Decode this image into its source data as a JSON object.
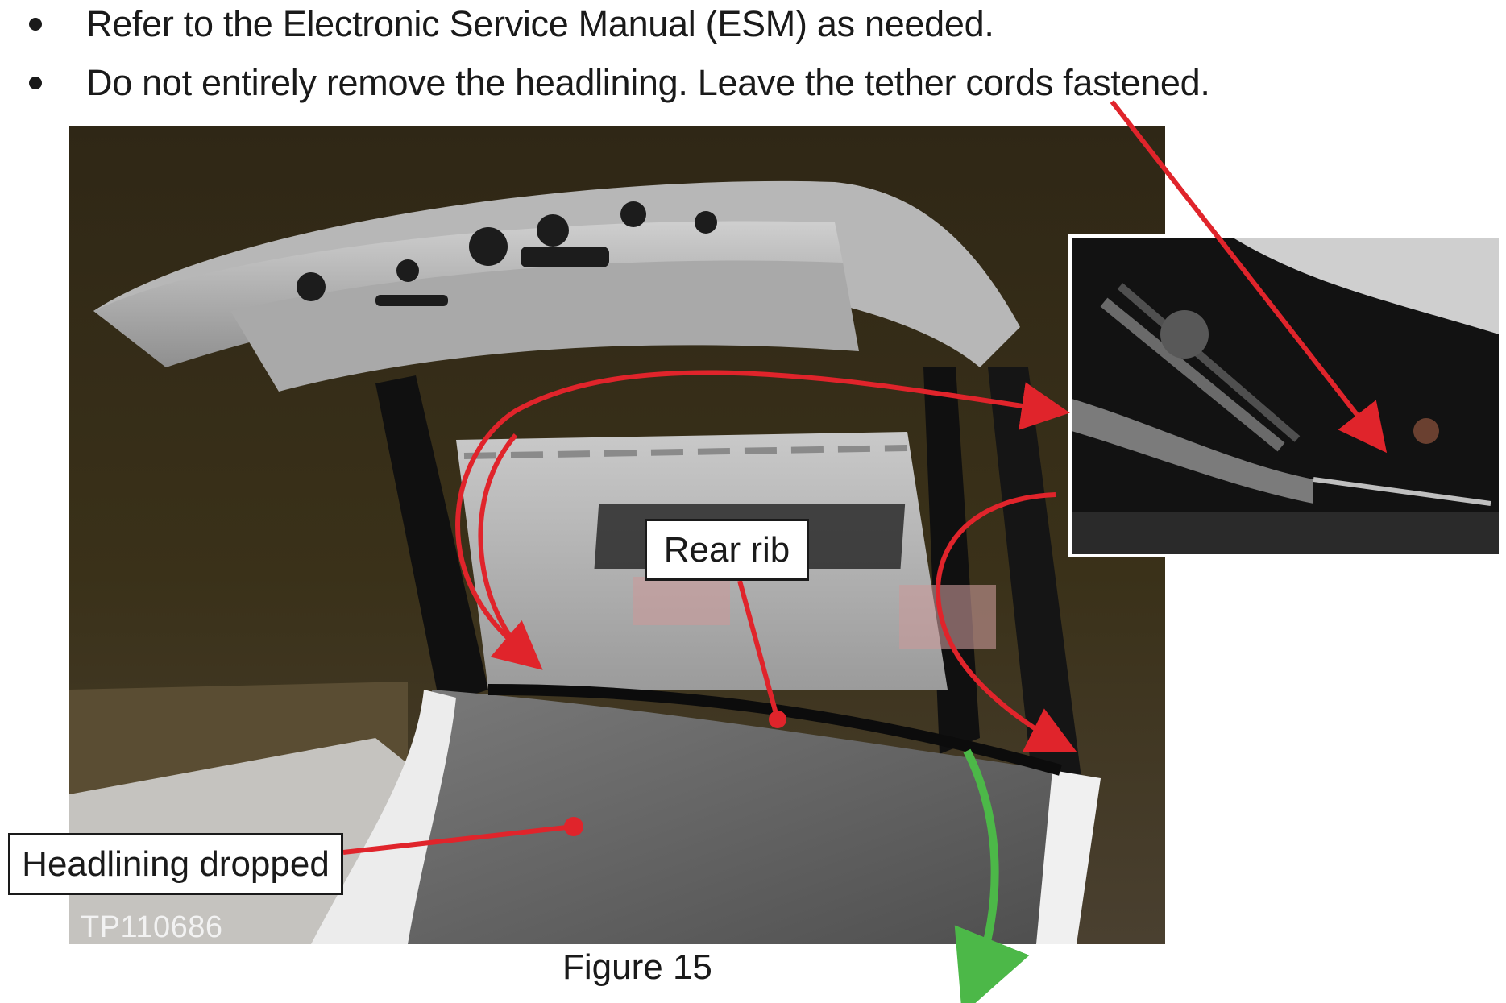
{
  "instructions": {
    "items": [
      "Refer to the Electronic Service Manual (ESM) as needed.",
      "Do not entirely remove the headlining. Leave the tether cords fastened."
    ]
  },
  "figure": {
    "callouts": {
      "rear_rib": "Rear rib",
      "headlining_dropped": "Headlining dropped"
    },
    "photo_id": "TP110686",
    "caption": "Figure 15"
  },
  "colors": {
    "arrow_red": "#e0242b",
    "arrow_green": "#4cb848"
  }
}
